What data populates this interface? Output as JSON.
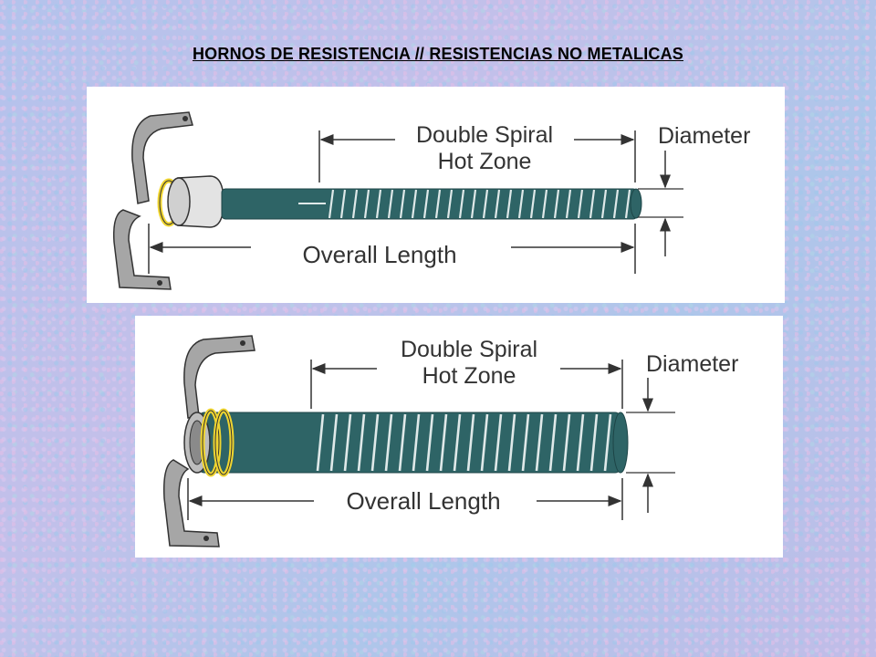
{
  "slide": {
    "title": "HORNOS DE RESISTENCIA // RESISTENCIAS NO METALICAS"
  },
  "diagrams": [
    {
      "labels": {
        "hot_zone_line1": "Double Spiral",
        "hot_zone_line2": "Hot Zone",
        "diameter": "Diameter",
        "overall_length": "Overall Length"
      }
    },
    {
      "labels": {
        "hot_zone_line1": "Double Spiral",
        "hot_zone_line2": "Hot Zone",
        "diameter": "Diameter",
        "overall_length": "Overall Length"
      }
    }
  ],
  "colors": {
    "element": "#2e6466",
    "element_dark": "#1d4547",
    "collar": "#e3e3e3",
    "clamp": "#a6a6a6",
    "band": "#f0d530"
  }
}
